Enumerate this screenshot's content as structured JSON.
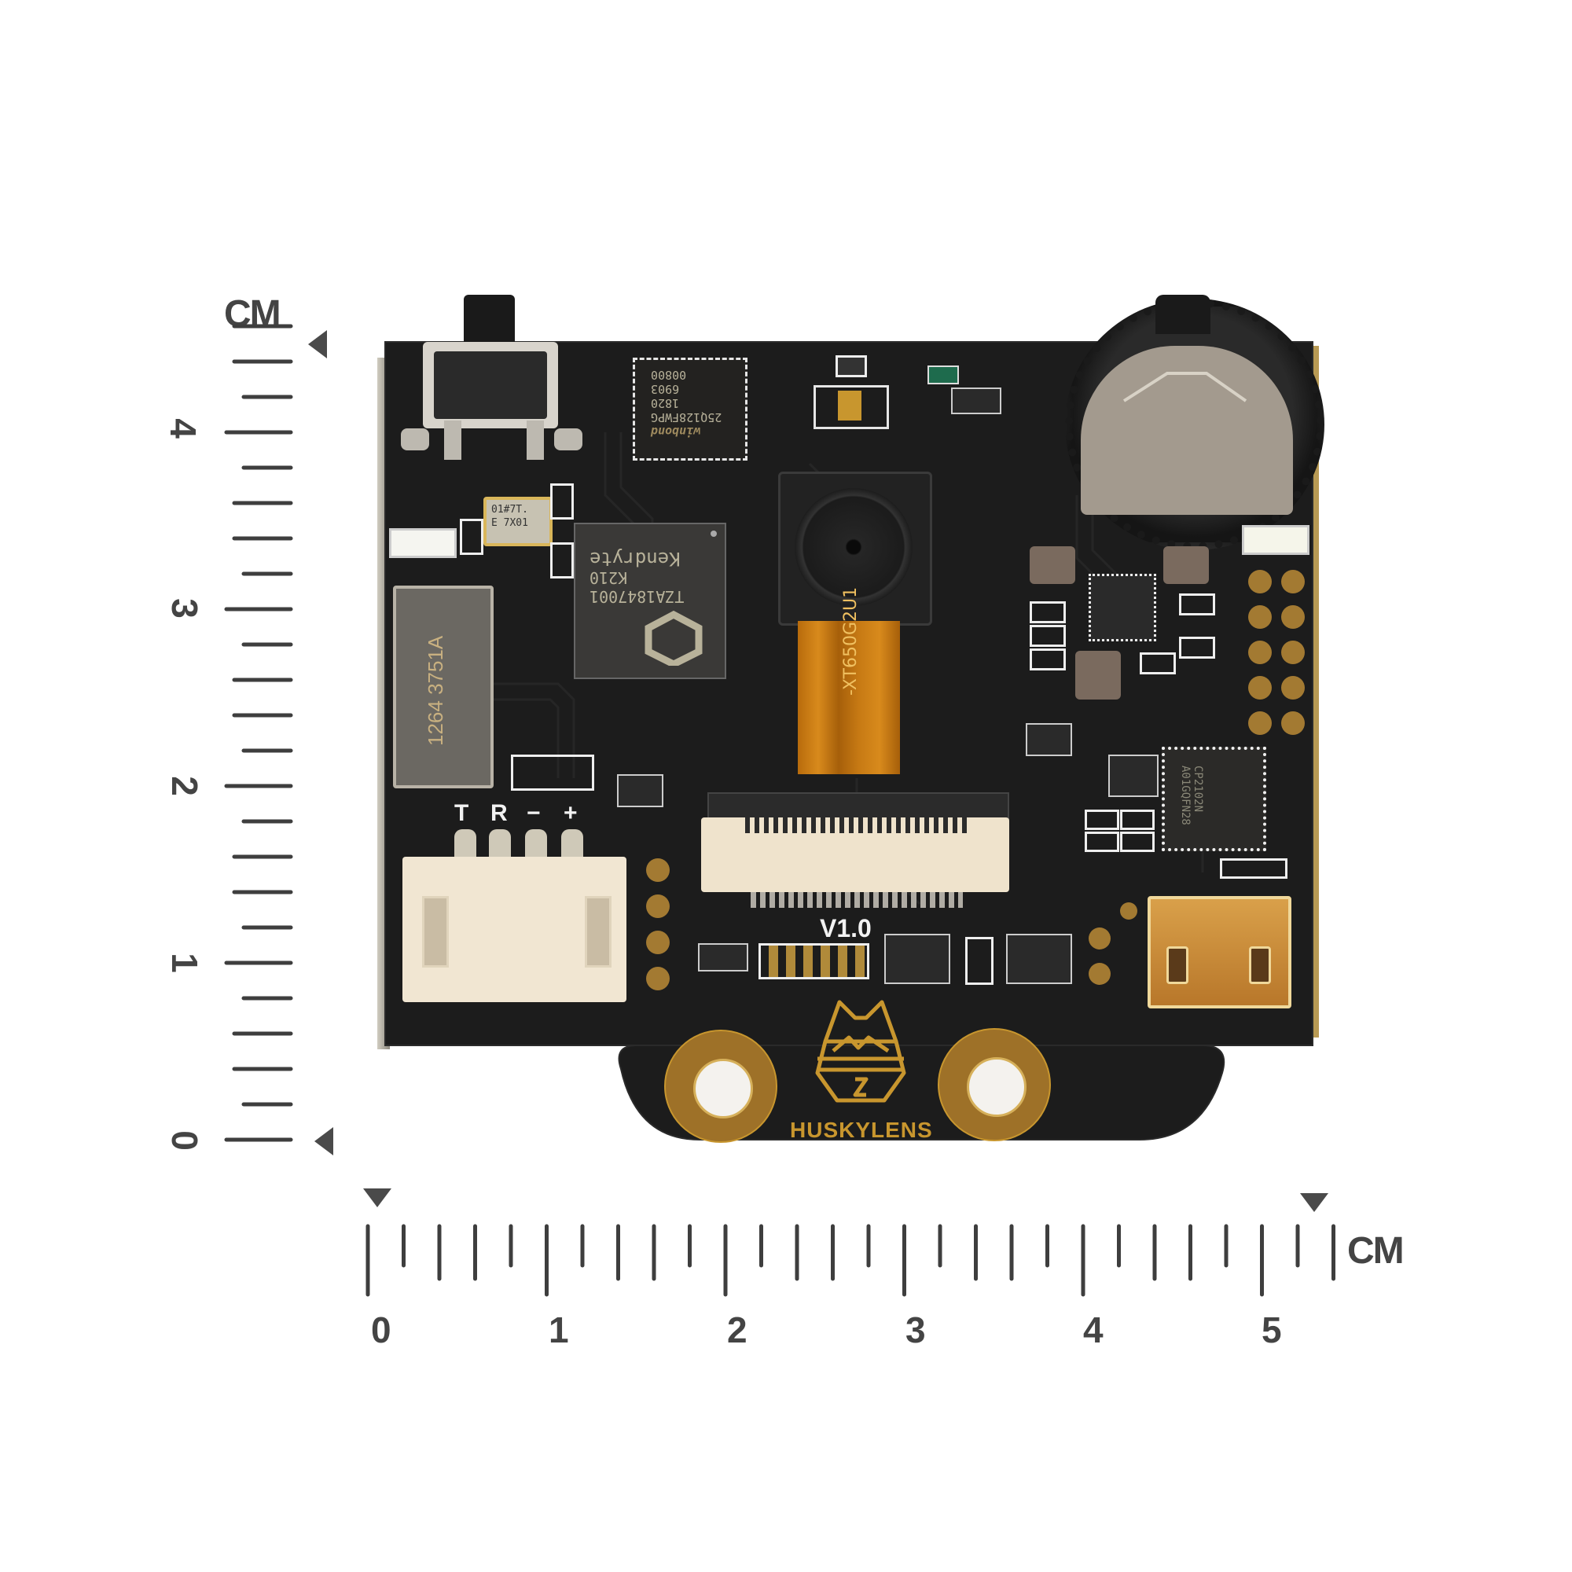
{
  "vertical_ruler": {
    "unit_label": "CM",
    "tick_labels": [
      "4",
      "3",
      "2",
      "1",
      "0"
    ],
    "range_cm": [
      0,
      4.6
    ],
    "minor_tick_mm": 2
  },
  "horizontal_ruler": {
    "unit_label": "CM",
    "tick_labels": [
      "0",
      "1",
      "2",
      "3",
      "4",
      "5"
    ],
    "range_cm": [
      0,
      5.3
    ],
    "minor_tick_mm": 2
  },
  "board": {
    "brand_text": "HUSKYLENS",
    "version_label": "V1.0",
    "uart_pin_labels": [
      "T",
      "R",
      "−",
      "+"
    ],
    "main_chip": {
      "lines": [
        "TZA1847001",
        "K210",
        "Kendryte"
      ]
    },
    "flash_chip": {
      "lines": [
        "winbond",
        "25Q128FWPG",
        "1820",
        "6903",
        "00800"
      ]
    },
    "crystal": {
      "lines": [
        "01#7T.",
        "E 7X01"
      ]
    },
    "sd_slot_marking": "1264 3751A",
    "flex_cable_marking": "-XT650G2U1",
    "usb_bridge_chip": {
      "lines": [
        "CP2102N",
        "A01GQFN28"
      ]
    },
    "colors": {
      "pcb": "#1b1b1b",
      "gold": "#c8962e",
      "silk": "#f2f2f2",
      "flex": "#c77a14",
      "connector": "#efe3cc"
    }
  }
}
